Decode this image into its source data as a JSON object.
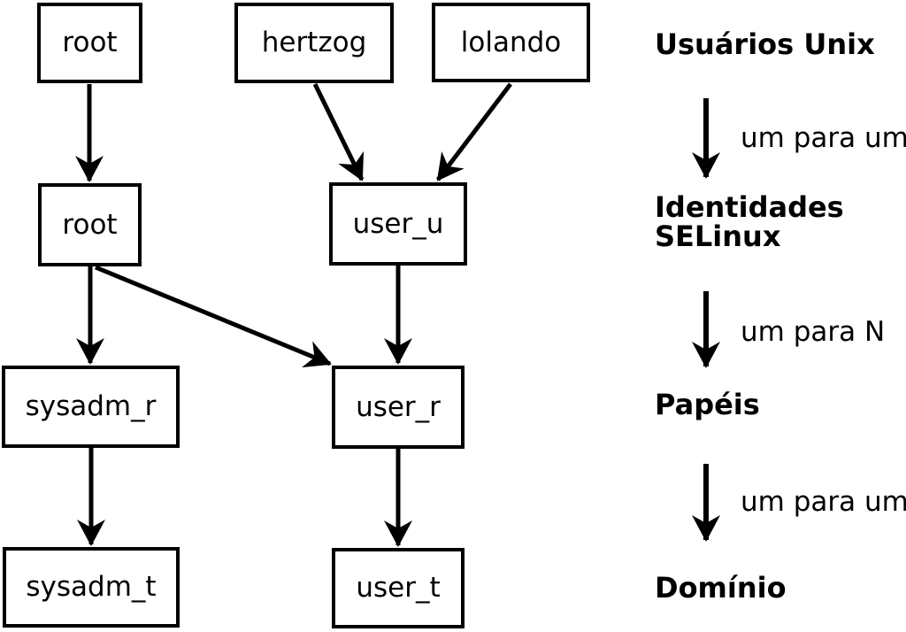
{
  "diagram": {
    "background": "#ffffff",
    "foreground": "#000000",
    "boxes": [
      {
        "id": "root-unix",
        "label": "root"
      },
      {
        "id": "hertzog",
        "label": "hertzog"
      },
      {
        "id": "lolando",
        "label": "lolando"
      },
      {
        "id": "root-selinux",
        "label": "root"
      },
      {
        "id": "user-u",
        "label": "user_u"
      },
      {
        "id": "sysadm-r",
        "label": "sysadm_r"
      },
      {
        "id": "user-r",
        "label": "user_r"
      },
      {
        "id": "sysadm-t",
        "label": "sysadm_t"
      },
      {
        "id": "user-t",
        "label": "user_t"
      }
    ],
    "edges": [
      {
        "from": "root (Unix)",
        "to": "root (SELinux)"
      },
      {
        "from": "hertzog",
        "to": "user_u"
      },
      {
        "from": "lolando",
        "to": "user_u"
      },
      {
        "from": "root (SELinux)",
        "to": "sysadm_r"
      },
      {
        "from": "root (SELinux)",
        "to": "user_r"
      },
      {
        "from": "user_u",
        "to": "user_r"
      },
      {
        "from": "sysadm_r",
        "to": "sysadm_t"
      },
      {
        "from": "user_r",
        "to": "user_t"
      }
    ],
    "legend": {
      "level1": "Usuários Unix",
      "mapping1": "um para um",
      "level2_line1": "Identidades",
      "level2_line2": "SELinux",
      "mapping2": "um para N",
      "level3": "Papéis",
      "mapping3": "um para um",
      "level4": "Domínio"
    }
  }
}
